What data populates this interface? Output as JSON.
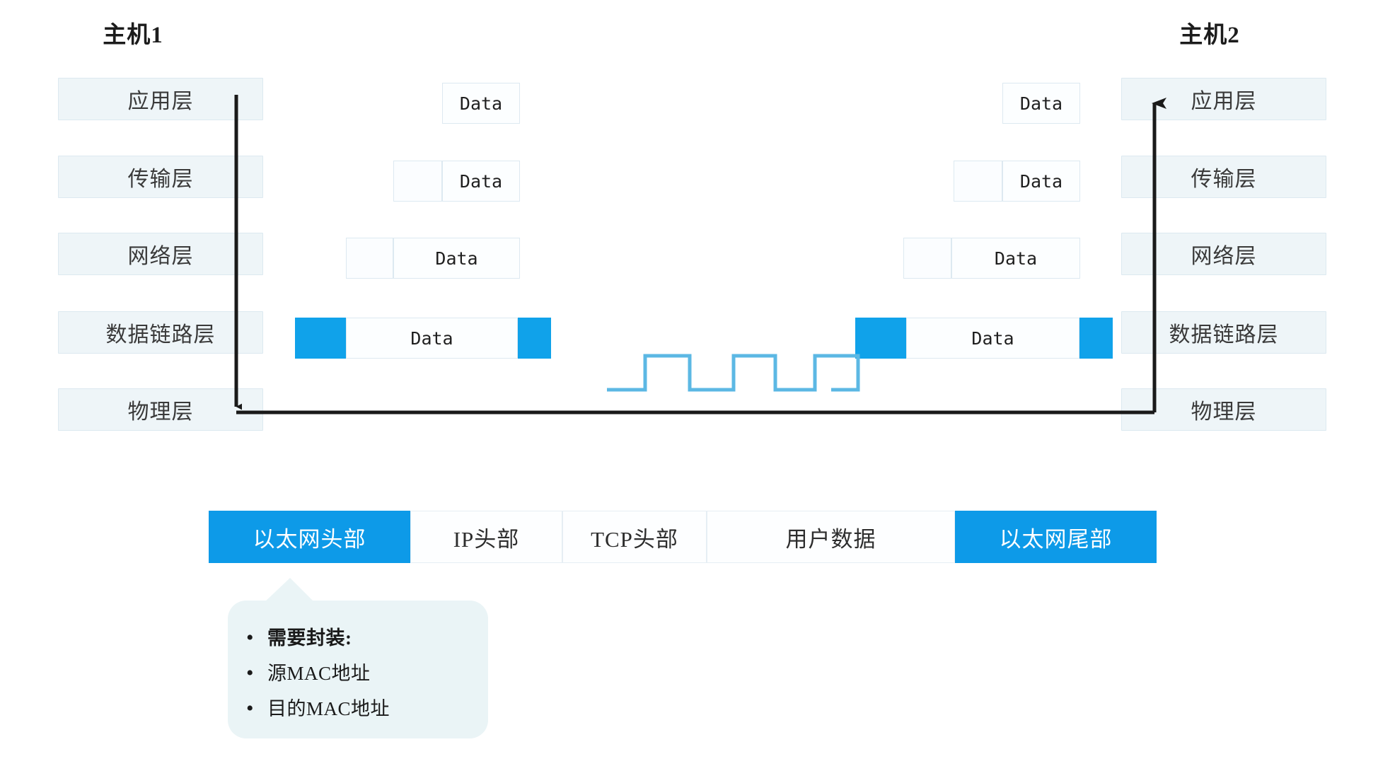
{
  "hosts": {
    "left": {
      "title": "主机1"
    },
    "right": {
      "title": "主机2"
    }
  },
  "layers": [
    {
      "name": "application",
      "label": "应用层"
    },
    {
      "name": "transport",
      "label": "传输层"
    },
    {
      "name": "network",
      "label": "网络层"
    },
    {
      "name": "datalink",
      "label": "数据链路层"
    },
    {
      "name": "physical",
      "label": "物理层"
    }
  ],
  "pdu": {
    "data_label": "Data",
    "left": [
      {
        "layer": "application",
        "cells": [
          "Data"
        ]
      },
      {
        "layer": "transport",
        "cells": [
          "",
          "Data"
        ]
      },
      {
        "layer": "network",
        "cells": [
          "",
          "Data"
        ]
      },
      {
        "layer": "datalink",
        "cells": [
          "",
          "Data",
          ""
        ]
      }
    ],
    "right": [
      {
        "layer": "application",
        "cells": [
          "Data"
        ]
      },
      {
        "layer": "transport",
        "cells": [
          "",
          "Data"
        ]
      },
      {
        "layer": "network",
        "cells": [
          "",
          "Data"
        ]
      },
      {
        "layer": "datalink",
        "cells": [
          "",
          "Data",
          ""
        ]
      }
    ]
  },
  "signal": {
    "name": "square-wave",
    "pulses": 3
  },
  "frame_bar": {
    "segments": [
      {
        "label": "以太网头部",
        "accent": true
      },
      {
        "label": "IP头部",
        "accent": false
      },
      {
        "label": "TCP头部",
        "accent": false
      },
      {
        "label": "用户数据",
        "accent": false
      },
      {
        "label": "以太网尾部",
        "accent": true
      }
    ]
  },
  "callout": {
    "bullet": "•",
    "lines": [
      {
        "text": "需要封装:",
        "strong": true
      },
      {
        "text": "源MAC地址",
        "strong": false
      },
      {
        "text": "目的MAC地址",
        "strong": false
      }
    ]
  },
  "colors": {
    "accent_blue": "#0d9ae8",
    "block_blue": "#10a2ea",
    "wave_blue": "#5cb8e4",
    "layer_fill": "#eef5f8",
    "layer_border": "#dce9f0",
    "callout_fill": "#eaf4f6",
    "arrow": "#1a1a1a"
  }
}
